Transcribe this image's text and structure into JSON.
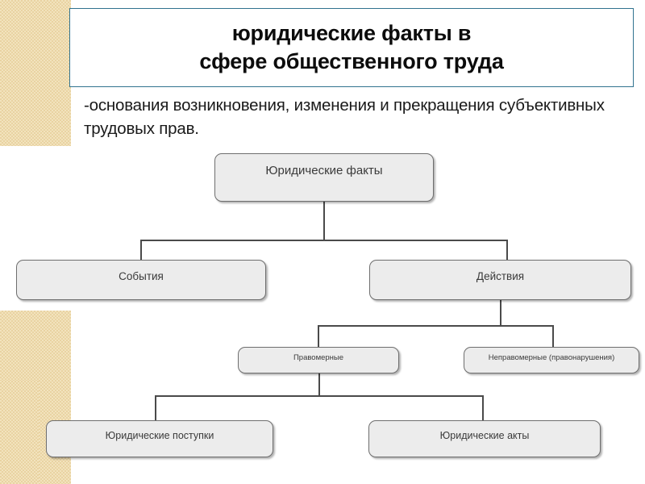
{
  "slide": {
    "title": "юридические факты в\nсфере общественного труда",
    "body": "-основания возникновения, изменения и прекращения субъективных трудовых прав.",
    "title_border_color": "#31738f",
    "accent_beige": "#f2e3bd",
    "node_fill": "#ececec",
    "node_border": "#6e6e6e"
  },
  "chart_data": {
    "type": "diagram",
    "title": "Юридические факты",
    "layout": "top-down hierarchy / org-chart",
    "nodes": [
      {
        "id": "root",
        "label": "Юридические факты",
        "level": 0,
        "parent": null
      },
      {
        "id": "events",
        "label": "События",
        "level": 1,
        "parent": "root"
      },
      {
        "id": "actions",
        "label": "Действия",
        "level": 1,
        "parent": "root"
      },
      {
        "id": "lawful",
        "label": "Правомерные",
        "level": 2,
        "parent": "actions"
      },
      {
        "id": "unlawful",
        "label": "Неправомерные (правонарушения)",
        "level": 2,
        "parent": "actions"
      },
      {
        "id": "deeds",
        "label": "Юридические поступки",
        "level": 3,
        "parent": "lawful"
      },
      {
        "id": "acts",
        "label": "Юридические акты",
        "level": 3,
        "parent": "lawful"
      }
    ],
    "edges": [
      {
        "from": "root",
        "to": "events"
      },
      {
        "from": "root",
        "to": "actions"
      },
      {
        "from": "actions",
        "to": "lawful"
      },
      {
        "from": "actions",
        "to": "unlawful"
      },
      {
        "from": "lawful",
        "to": "deeds"
      },
      {
        "from": "lawful",
        "to": "acts"
      }
    ]
  }
}
